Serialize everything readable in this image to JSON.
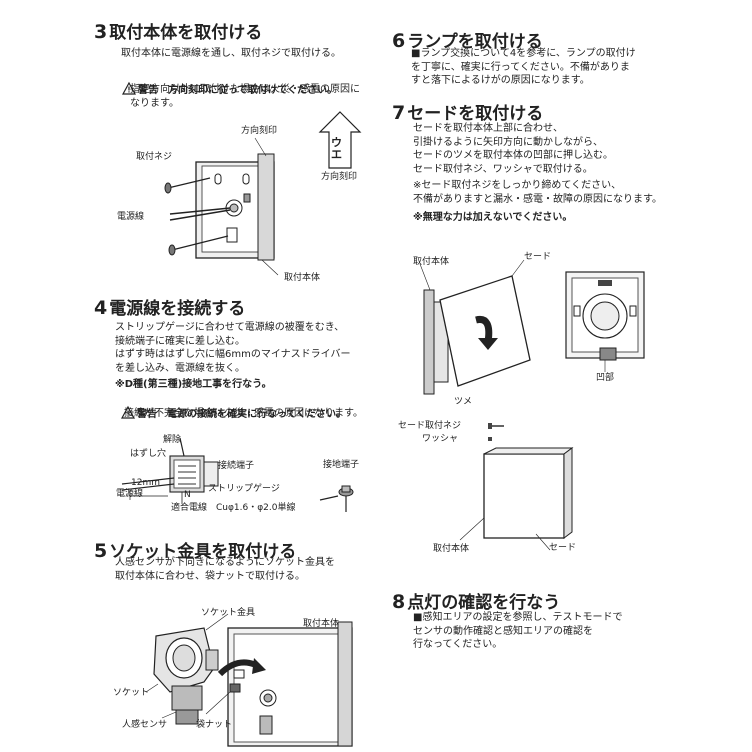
{
  "s3": {
    "num": "3",
    "title": "取付本体を取付ける",
    "text": "取付本体に電源線を通し、取付ネジで取付ける。",
    "warn_title": "警告　方向刻印に従って取付けてください。",
    "warn_text": "指定方向以外に取付けた場合は火災・感電の原因に\nなります。",
    "labels": {
      "direction_mark": "方向刻印",
      "screw": "取付ネジ",
      "power": "電源線",
      "body": "取付本体",
      "arrow_char": "ウエ",
      "direction_mark2": "方向刻印"
    }
  },
  "s4": {
    "num": "4",
    "title": "電源線を接続する",
    "text": "ストリップゲージに合わせて電源線の被覆をむき、\n接続端子に確実に差し込む。\nはずす時ははずし穴に幅6mmのマイナスドライバー\nを差し込み、電源線を抜く。",
    "note": "※D種(第三種)接地工事を行なう。",
    "warn_title": "警告　電源の接続を確実に行なってください。",
    "warn_text": "接続が不完全な場合は火災・感電の原因になります。",
    "labels": {
      "release": "解除",
      "hole": "はずし穴",
      "terminal": "接続端子",
      "strip": "ストリップゲージ",
      "mm": "12mm",
      "power": "電源線",
      "n": "N",
      "wire": "適合電線　Cuφ1.6・φ2.0単線",
      "ground": "接地端子"
    }
  },
  "s5": {
    "num": "5",
    "title": "ソケット金具を取付ける",
    "text": "人感センサが下向きになるようにソケット金具を\n取付本体に合わせ、袋ナットで取付ける。",
    "labels": {
      "socket_bracket": "ソケット金具",
      "body": "取付本体",
      "socket": "ソケット",
      "sensor": "人感センサ",
      "nut": "袋ナット"
    }
  },
  "s6": {
    "num": "6",
    "title": "ランプを取付ける",
    "text": "■ランプ交換について4を参考に、ランプの取付け\nを丁寧に、確実に行ってください。不備がありま\nすと落下によるけがの原因になります。",
    "bold_lead": "■ランプ交換について4"
  },
  "s7": {
    "num": "7",
    "title": "セードを取付ける",
    "text": "セードを取付本体上部に合わせ、\n引掛けるように矢印方向に動かしながら、\nセードのツメを取付本体の凹部に押し込む。\nセード取付ネジ、ワッシャで取付ける。",
    "note": "※セード取付ネジをしっかり締めてください、\n不備がありますと漏水・感電・故障の原因になります。",
    "note2": "※無理な力は加えないでください。",
    "labels": {
      "body": "取付本体",
      "shade": "セード",
      "claw": "ツメ",
      "recess": "凹部",
      "screw": "セード取付ネジ",
      "washer": "ワッシャ",
      "body2": "取付本体",
      "shade2": "セード"
    }
  },
  "s8": {
    "num": "8",
    "title": "点灯の確認を行なう",
    "text": "■感知エリアの設定を参照し、テストモードで\nセンサの動作確認と感知エリアの確認を\n行なってください。"
  }
}
